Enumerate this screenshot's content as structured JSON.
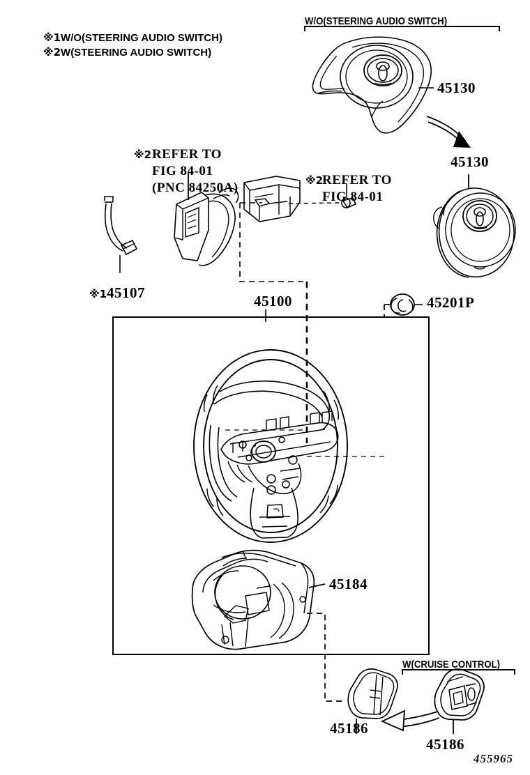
{
  "diagram": {
    "id_code": "455965",
    "notes": [
      {
        "mark": "※1",
        "text": "W/O(STEERING AUDIO SWITCH)"
      },
      {
        "mark": "※2",
        "text": "W(STEERING AUDIO SWITCH)"
      }
    ],
    "brackets": [
      {
        "name": "top-variant",
        "label": "W/O(STEERING AUDIO SWITCH)"
      },
      {
        "name": "cruise-variant",
        "label": "W(CRUISE CONTROL)"
      }
    ],
    "references": [
      {
        "name": "switch-assembly-reference",
        "mark": "※2",
        "line1": "REFER TO",
        "line2": "FIG 84-01",
        "line3": "(PNC 84250A)"
      },
      {
        "name": "screw-reference",
        "mark": "※2",
        "line1": "REFER TO",
        "line2": "FIG 84-01",
        "line3": ""
      }
    ],
    "parts": [
      {
        "name": "airbag-pad-top",
        "mark": "",
        "number": "45130"
      },
      {
        "name": "airbag-pad-right",
        "mark": "",
        "number": "45130"
      },
      {
        "name": "spiral-cable",
        "mark": "※1",
        "number": "45107"
      },
      {
        "name": "steering-wheel-assy",
        "mark": "",
        "number": "45100"
      },
      {
        "name": "steering-nut",
        "mark": "",
        "number": "45201P"
      },
      {
        "name": "lower-cover",
        "mark": "",
        "number": "45184"
      },
      {
        "name": "switch-hole-cover",
        "mark": "",
        "number": "45186"
      },
      {
        "name": "cruise-switch-cover",
        "mark": "",
        "number": "45186"
      }
    ]
  }
}
